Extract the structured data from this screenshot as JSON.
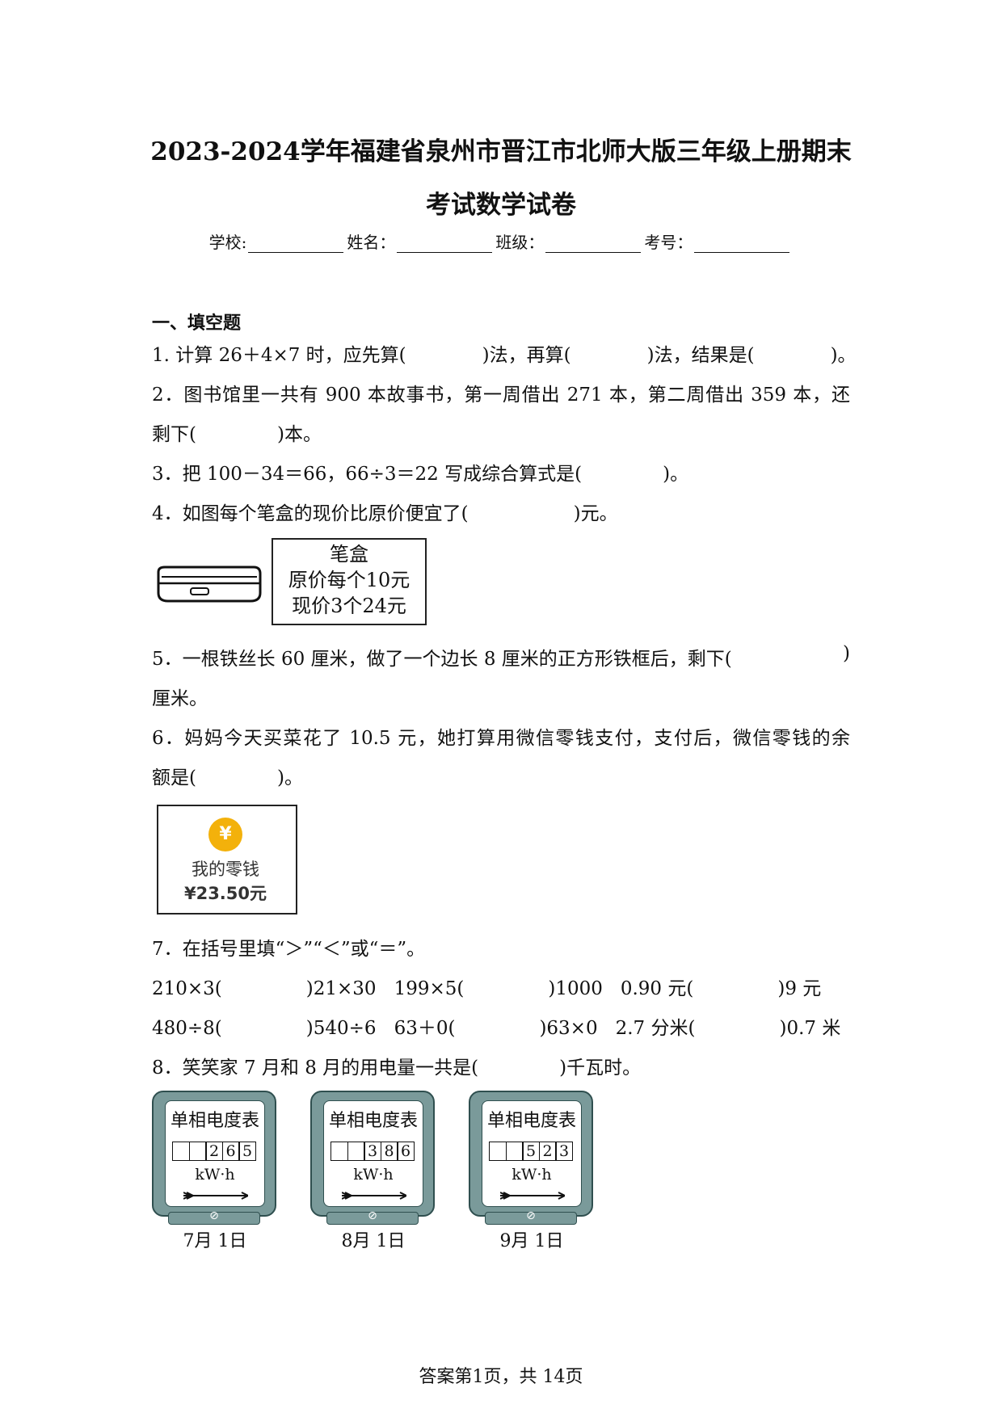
{
  "title_line1": "2023-2024学年福建省泉州市晋江市北师大版三年级上册期末",
  "title_line2": "考试数学试卷",
  "fields": {
    "school": "学校:",
    "name": "姓名：",
    "class": "班级：",
    "number": "考号："
  },
  "section1": "一、填空题",
  "q1": {
    "a": "1. 计算 26＋4×7 时，应先算(",
    "b": ")法，再算(",
    "c": ")法，结果是(",
    "d": ")。"
  },
  "q2": {
    "line1": "2．图书馆里一共有 900 本故事书，第一周借出 271 本，第二周借出 359 本，还",
    "a": "剩下(",
    "b": ")本。"
  },
  "q3": {
    "a": "3．把 100－34＝66，66÷3＝22 写成综合算式是(",
    "b": ")。"
  },
  "q4": {
    "a": "4．如图每个笔盒的现价比原价便宜了(",
    "b": ")元。"
  },
  "pencil_card": {
    "line1": "笔盒",
    "line2": "原价每个10元",
    "line3": "现价3个24元"
  },
  "q5": {
    "a": "5．一根铁丝长 60 厘米，做了一个边长 8 厘米的正方形铁框后，剩下(",
    "b": ")",
    "line2": "厘米。"
  },
  "q6": {
    "line1": "6．妈妈今天买菜花了 10.5 元，她打算用微信零钱支付，支付后，微信零钱的余",
    "a": "额是(",
    "b": ")。"
  },
  "wallet": {
    "coin": "¥",
    "label": "我的零钱",
    "amount": "¥23.50元"
  },
  "q7": {
    "title": "7．在括号里填“＞”“＜”或“＝”。",
    "row1": {
      "a1": "210×3(",
      "b1": ")21×30",
      "a2": "199×5(",
      "b2": ")1000",
      "a3": "0.90 元(",
      "b3": ")9 元"
    },
    "row2": {
      "a1": "480÷8(",
      "b1": ")540÷6",
      "a2": "63＋0(",
      "b2": ")63×0",
      "a3": "2.7 分米(",
      "b3": ")0.7 米"
    }
  },
  "q8": {
    "a": "8．笑笑家 7 月和 8 月的用电量一共是(",
    "b": ")千瓦时。"
  },
  "meters": [
    {
      "title": "单相电度表",
      "digits": [
        "",
        "",
        "2",
        "6",
        "5"
      ],
      "unit": "kW·h",
      "base": "⊘",
      "date": "7月 1日"
    },
    {
      "title": "单相电度表",
      "digits": [
        "",
        "",
        "3",
        "8",
        "6"
      ],
      "unit": "kW·h",
      "base": "⊘",
      "date": "8月 1日"
    },
    {
      "title": "单相电度表",
      "digits": [
        "",
        "",
        "5",
        "2",
        "3"
      ],
      "unit": "kW·h",
      "base": "⊘",
      "date": "9月 1日"
    }
  ],
  "footer": "答案第1页，共 14页"
}
